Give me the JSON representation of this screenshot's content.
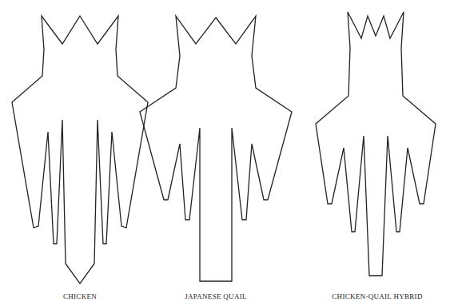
{
  "diagram": {
    "labels": [
      "CHICKEN",
      "JAPANESE QUAIL",
      "CHICKEN-QUAIL HYBRID"
    ]
  }
}
